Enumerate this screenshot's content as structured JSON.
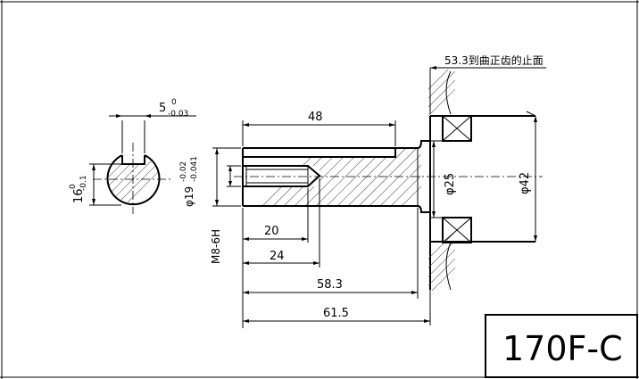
{
  "drawing": {
    "model": "170F-C",
    "dims": {
      "key_width": "5",
      "key_width_upper": "0",
      "key_width_lower": "-0.03",
      "key_depth": "16",
      "key_depth_upper": "0",
      "key_depth_lower": "-0.1",
      "shaft_dia": "φ19",
      "shaft_dia_upper": "-0.02",
      "shaft_dia_lower": "-0.041",
      "thread": "M8-6H",
      "key_length": "48",
      "thread_depth": "20",
      "hole_depth": "24",
      "length_583": "58.3",
      "length_615": "61.5",
      "dia_25": "φ25",
      "dia_42": "φ42",
      "reference_note": "53.3到曲正齿的止面"
    }
  }
}
